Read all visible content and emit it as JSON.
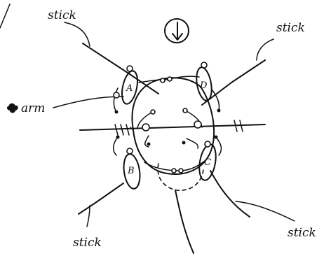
{
  "labels": {
    "stick_top_left": "stick",
    "stick_top_right": "stick",
    "stick_bottom_left": "stick",
    "stick_bottom_right": "stick",
    "arm": "arm"
  },
  "nodes": {
    "a": "A",
    "b": "B",
    "c": "C",
    "d": "D"
  },
  "icons": {
    "direction": "down-arrow-in-circle",
    "arm_marker": "ink-blot"
  }
}
